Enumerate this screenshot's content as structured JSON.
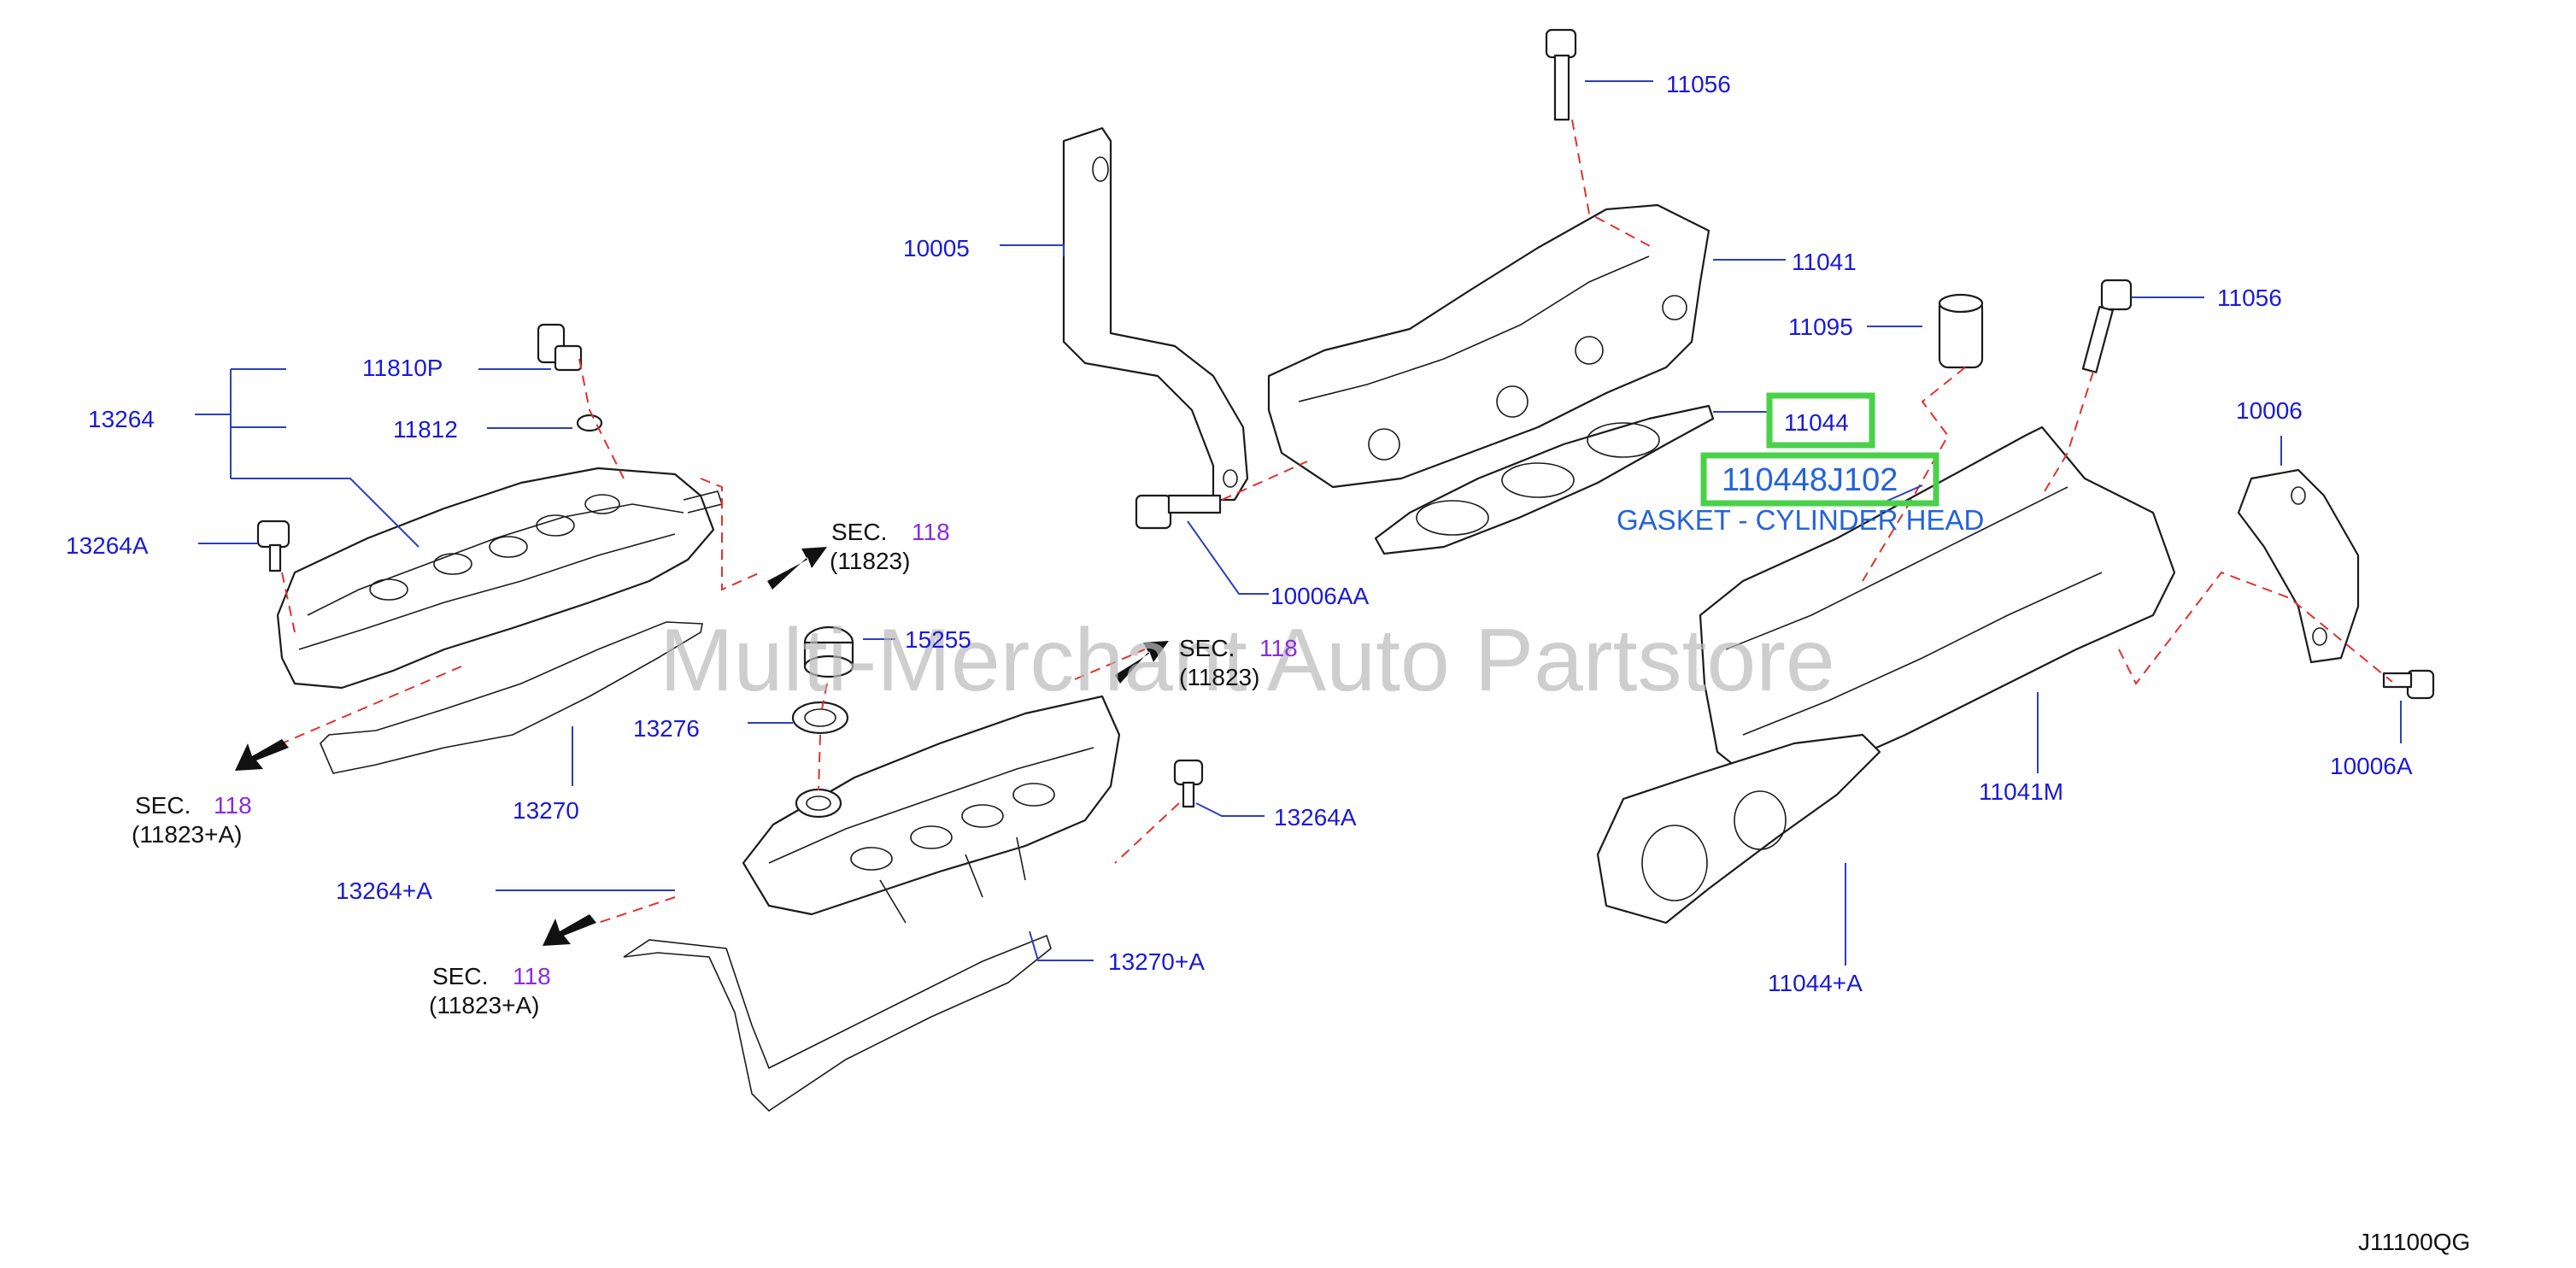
{
  "diagram_code": "J11100QG",
  "watermark": "Multi-Merchant Auto Partstore",
  "highlight": {
    "part_box": "11044",
    "part_number": "110448J102",
    "description": "GASKET - CYLINDER HEAD",
    "box_color": "#4ad14a",
    "text_color": "#2563d9"
  },
  "callouts": {
    "c11056_top": "11056",
    "c10005": "10005",
    "c11041": "11041",
    "c11095": "11095",
    "c11056_right": "11056",
    "c10006": "10006",
    "c11810P": "11810P",
    "c13264": "13264",
    "c11812": "11812",
    "c13264A_left": "13264A",
    "c10006AA": "10006AA",
    "c15255": "15255",
    "c13276": "13276",
    "c13270": "13270",
    "c13264A_mid": "13264A",
    "c13264_A": "13264+A",
    "c13270_A": "13270+A",
    "c11041M": "11041M",
    "c10006A": "10006A",
    "c11044_A": "11044+A"
  },
  "sec_refs": [
    {
      "prefix": "SEC.",
      "num": "118",
      "ref": "(11823)"
    },
    {
      "prefix": "SEC.",
      "num": "118",
      "ref": "(11823)"
    },
    {
      "prefix": "SEC.",
      "num": "118",
      "ref": "(11823+A)"
    },
    {
      "prefix": "SEC.",
      "num": "118",
      "ref": "(11823+A)"
    }
  ],
  "colors": {
    "label_blue": "#1a1ad6",
    "sec_number_purple": "#8a2be2",
    "dashed_red": "#e0322e"
  }
}
